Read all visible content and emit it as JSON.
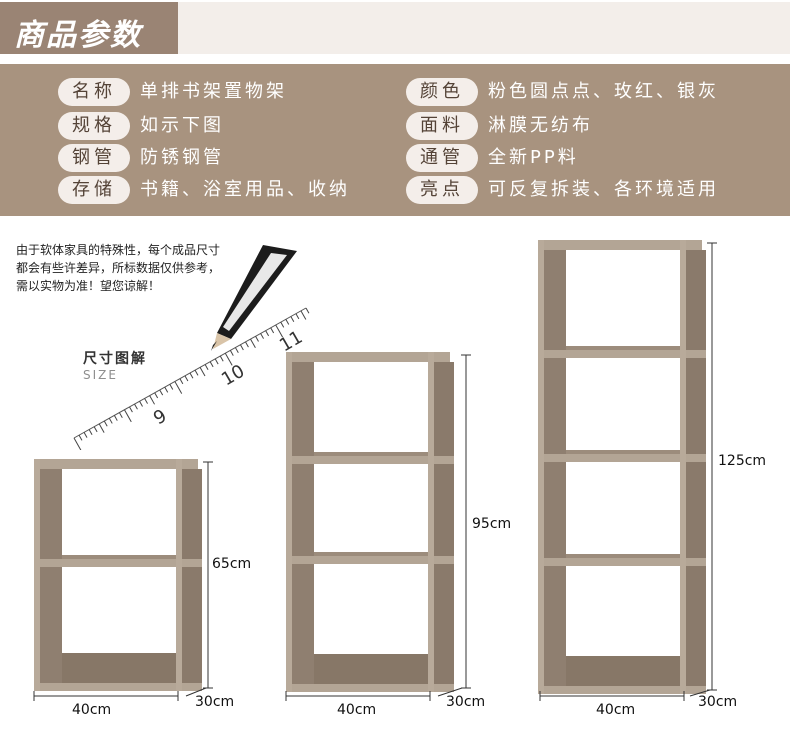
{
  "header": {
    "title": "商品参数"
  },
  "specs": [
    {
      "label": "名称",
      "value": "单排书架置物架"
    },
    {
      "label": "颜色",
      "value": "粉色圆点点、玫红、银灰"
    },
    {
      "label": "规格",
      "value": "如示下图"
    },
    {
      "label": "面料",
      "value": "淋膜无纺布"
    },
    {
      "label": "钢管",
      "value": "防锈钢管"
    },
    {
      "label": "通管",
      "value": "全新PP料"
    },
    {
      "label": "存储",
      "value": "书籍、浴室用品、收纳"
    },
    {
      "label": "亮点",
      "value": "可反复拆装、各环境适用"
    }
  ],
  "note": "由于软体家具的特殊性，每个成品尺寸都会有些许差异，所标数据仅供参考，需以实物为准！望您谅解！",
  "size_diagram": {
    "title": "尺寸图解",
    "subtitle": "SIZE",
    "ruler_marks": [
      "9",
      "10",
      "11"
    ]
  },
  "shelves": [
    {
      "height": "65cm",
      "width": "40cm",
      "depth": "30cm"
    },
    {
      "height": "95cm",
      "width": "40cm",
      "depth": "30cm"
    },
    {
      "height": "125cm",
      "width": "40cm",
      "depth": "30cm"
    }
  ],
  "colors": {
    "header_brown": "#9a8474",
    "spec_band": "#a8937f",
    "shelf_fabric": "#8f7f70",
    "shelf_frame": "#b3a595"
  }
}
